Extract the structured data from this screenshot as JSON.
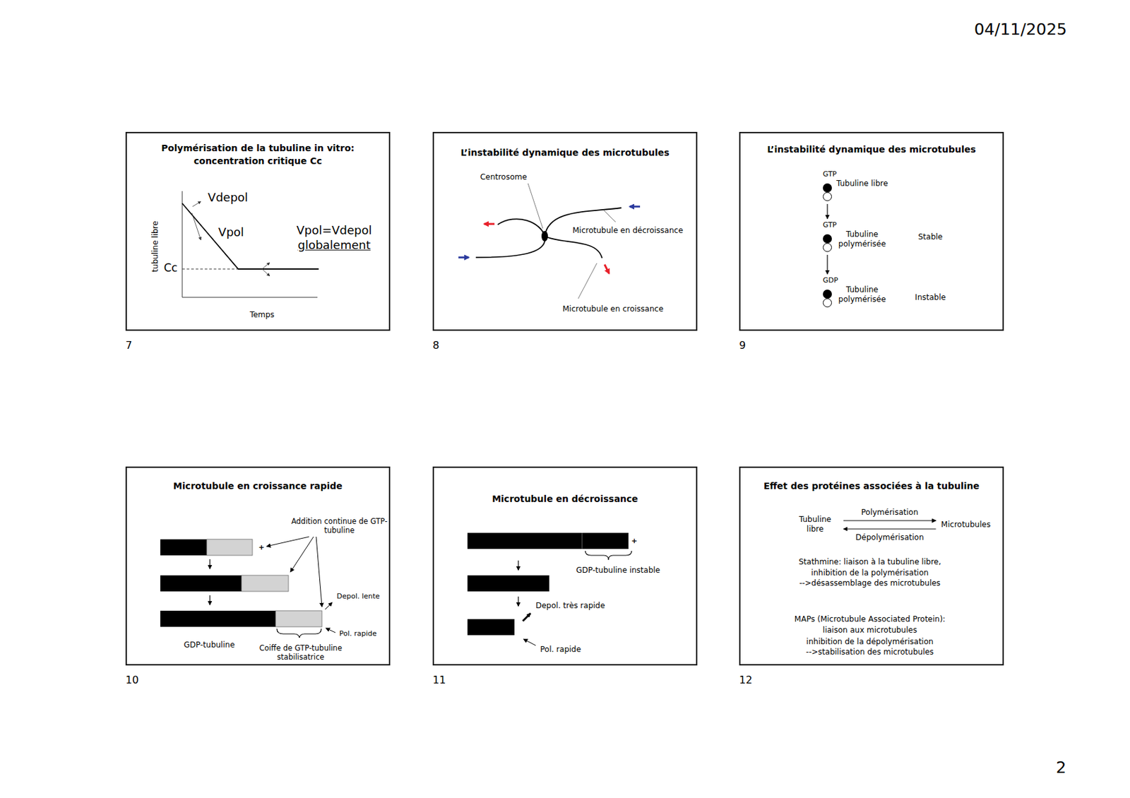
{
  "diagram": {
    "nodes": [
      {
        "text": [
          "Polymérisation de la tubuline in vitro: concentration critique Cc"
        ]
      },
      {
        "text": [
          "L’instabilité dynamique des microtubules"
        ]
      },
      {
        "text": [
          "L’instabilité dynamique des microtubules"
        ]
      },
      {
        "text": [
          "GTP",
          "Tubuline libre"
        ],
        "in": 2
      },
      {
        "text": [
          "GTP",
          "Tubuline polymérisée"
        ],
        "in": 2
      },
      {
        "text": [
          "GDP",
          "Tubuline polymérisée"
        ],
        "in": 2
      },
      {
        "text": [
          "Microtubule en croissance rapide"
        ]
      },
      {
        "text": [
          "Microtubule en décroissance"
        ]
      },
      {
        "text": [
          "Effet des protéines associées à la tubuline"
        ]
      },
      {
        "text": [
          "Tubuline libre"
        ],
        "in": 8
      },
      {
        "text": [
          "Microtubules"
        ],
        "in": 8
      }
    ],
    "edges": [
      {
        "from": 3,
        "to": 4,
        "arrow": "to"
      },
      {
        "from": 4,
        "to": 5,
        "arrow": "to"
      },
      {
        "from": 9,
        "to": 10,
        "arrow": "to",
        "label": "Polymérisation"
      },
      {
        "from": 10,
        "to": 9,
        "arrow": "to",
        "label": "Dépolymérisation"
      }
    ],
    "labels": [
      "04/11/2025",
      "7",
      "8",
      "9",
      "10",
      "11",
      "12",
      "2",
      "Vdepol",
      "Vpol",
      "Vpol=Vdepol",
      "globalement",
      "tubuline libre",
      "Cc",
      "Temps",
      "Centrosome",
      "Microtubule en décroissance",
      "Microtubule en croissance",
      "Stable",
      "Instable",
      "+",
      "Addition continue de GTP-tubuline",
      "Depol. lente",
      "Pol. rapide",
      "GDP-tubuline",
      "Coiffe de GTP-tubuline stabilisatrice",
      "+",
      "GDP-tubuline instable",
      "Depol. très rapide",
      "Pol. rapide",
      "Stathmine: liaison à la tubuline libre,",
      "inhibition de la polymérisation",
      "-->désassemblage des microtubules",
      "MAPs (Microtubule Associated Protein):",
      "liaison aux microtubules",
      "inhibition de la dépolymérisation",
      "-->stabilisation des microtubules"
    ]
  }
}
